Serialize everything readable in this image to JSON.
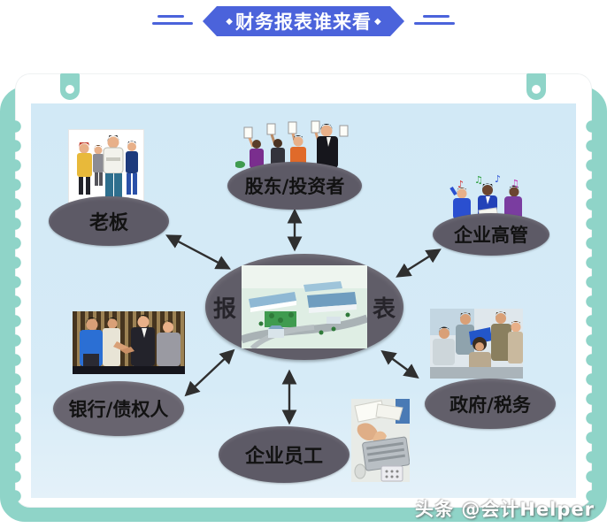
{
  "banner": {
    "title": "财务报表谁来看",
    "diamond": "◆"
  },
  "center": {
    "left_char": "报",
    "right_char": "表",
    "illustration": "factory-aerial-image"
  },
  "nodes": [
    {
      "id": "boss",
      "label": "老板",
      "illustration": "boss-group-image"
    },
    {
      "id": "shareholders",
      "label": "股东/投资者",
      "illustration": "shareholders-voting-image"
    },
    {
      "id": "executives",
      "label": "企业高管",
      "illustration": "executives-celebrating-image"
    },
    {
      "id": "bank",
      "label": "银行/债权人",
      "illustration": "handshake-photo"
    },
    {
      "id": "government",
      "label": "政府/税务",
      "illustration": "office-meeting-photo"
    },
    {
      "id": "employees",
      "label": "企业员工",
      "illustration": "desk-work-photo"
    }
  ],
  "watermark": "头条 @会计Helper",
  "colors": {
    "banner_blue": "#4b63db",
    "frame_teal": "#8fd4c8",
    "panel_blue": "#d3eaf6",
    "node_fill": "#5d5a66",
    "node_text": "#121212",
    "arrow": "#2f2f2f"
  }
}
